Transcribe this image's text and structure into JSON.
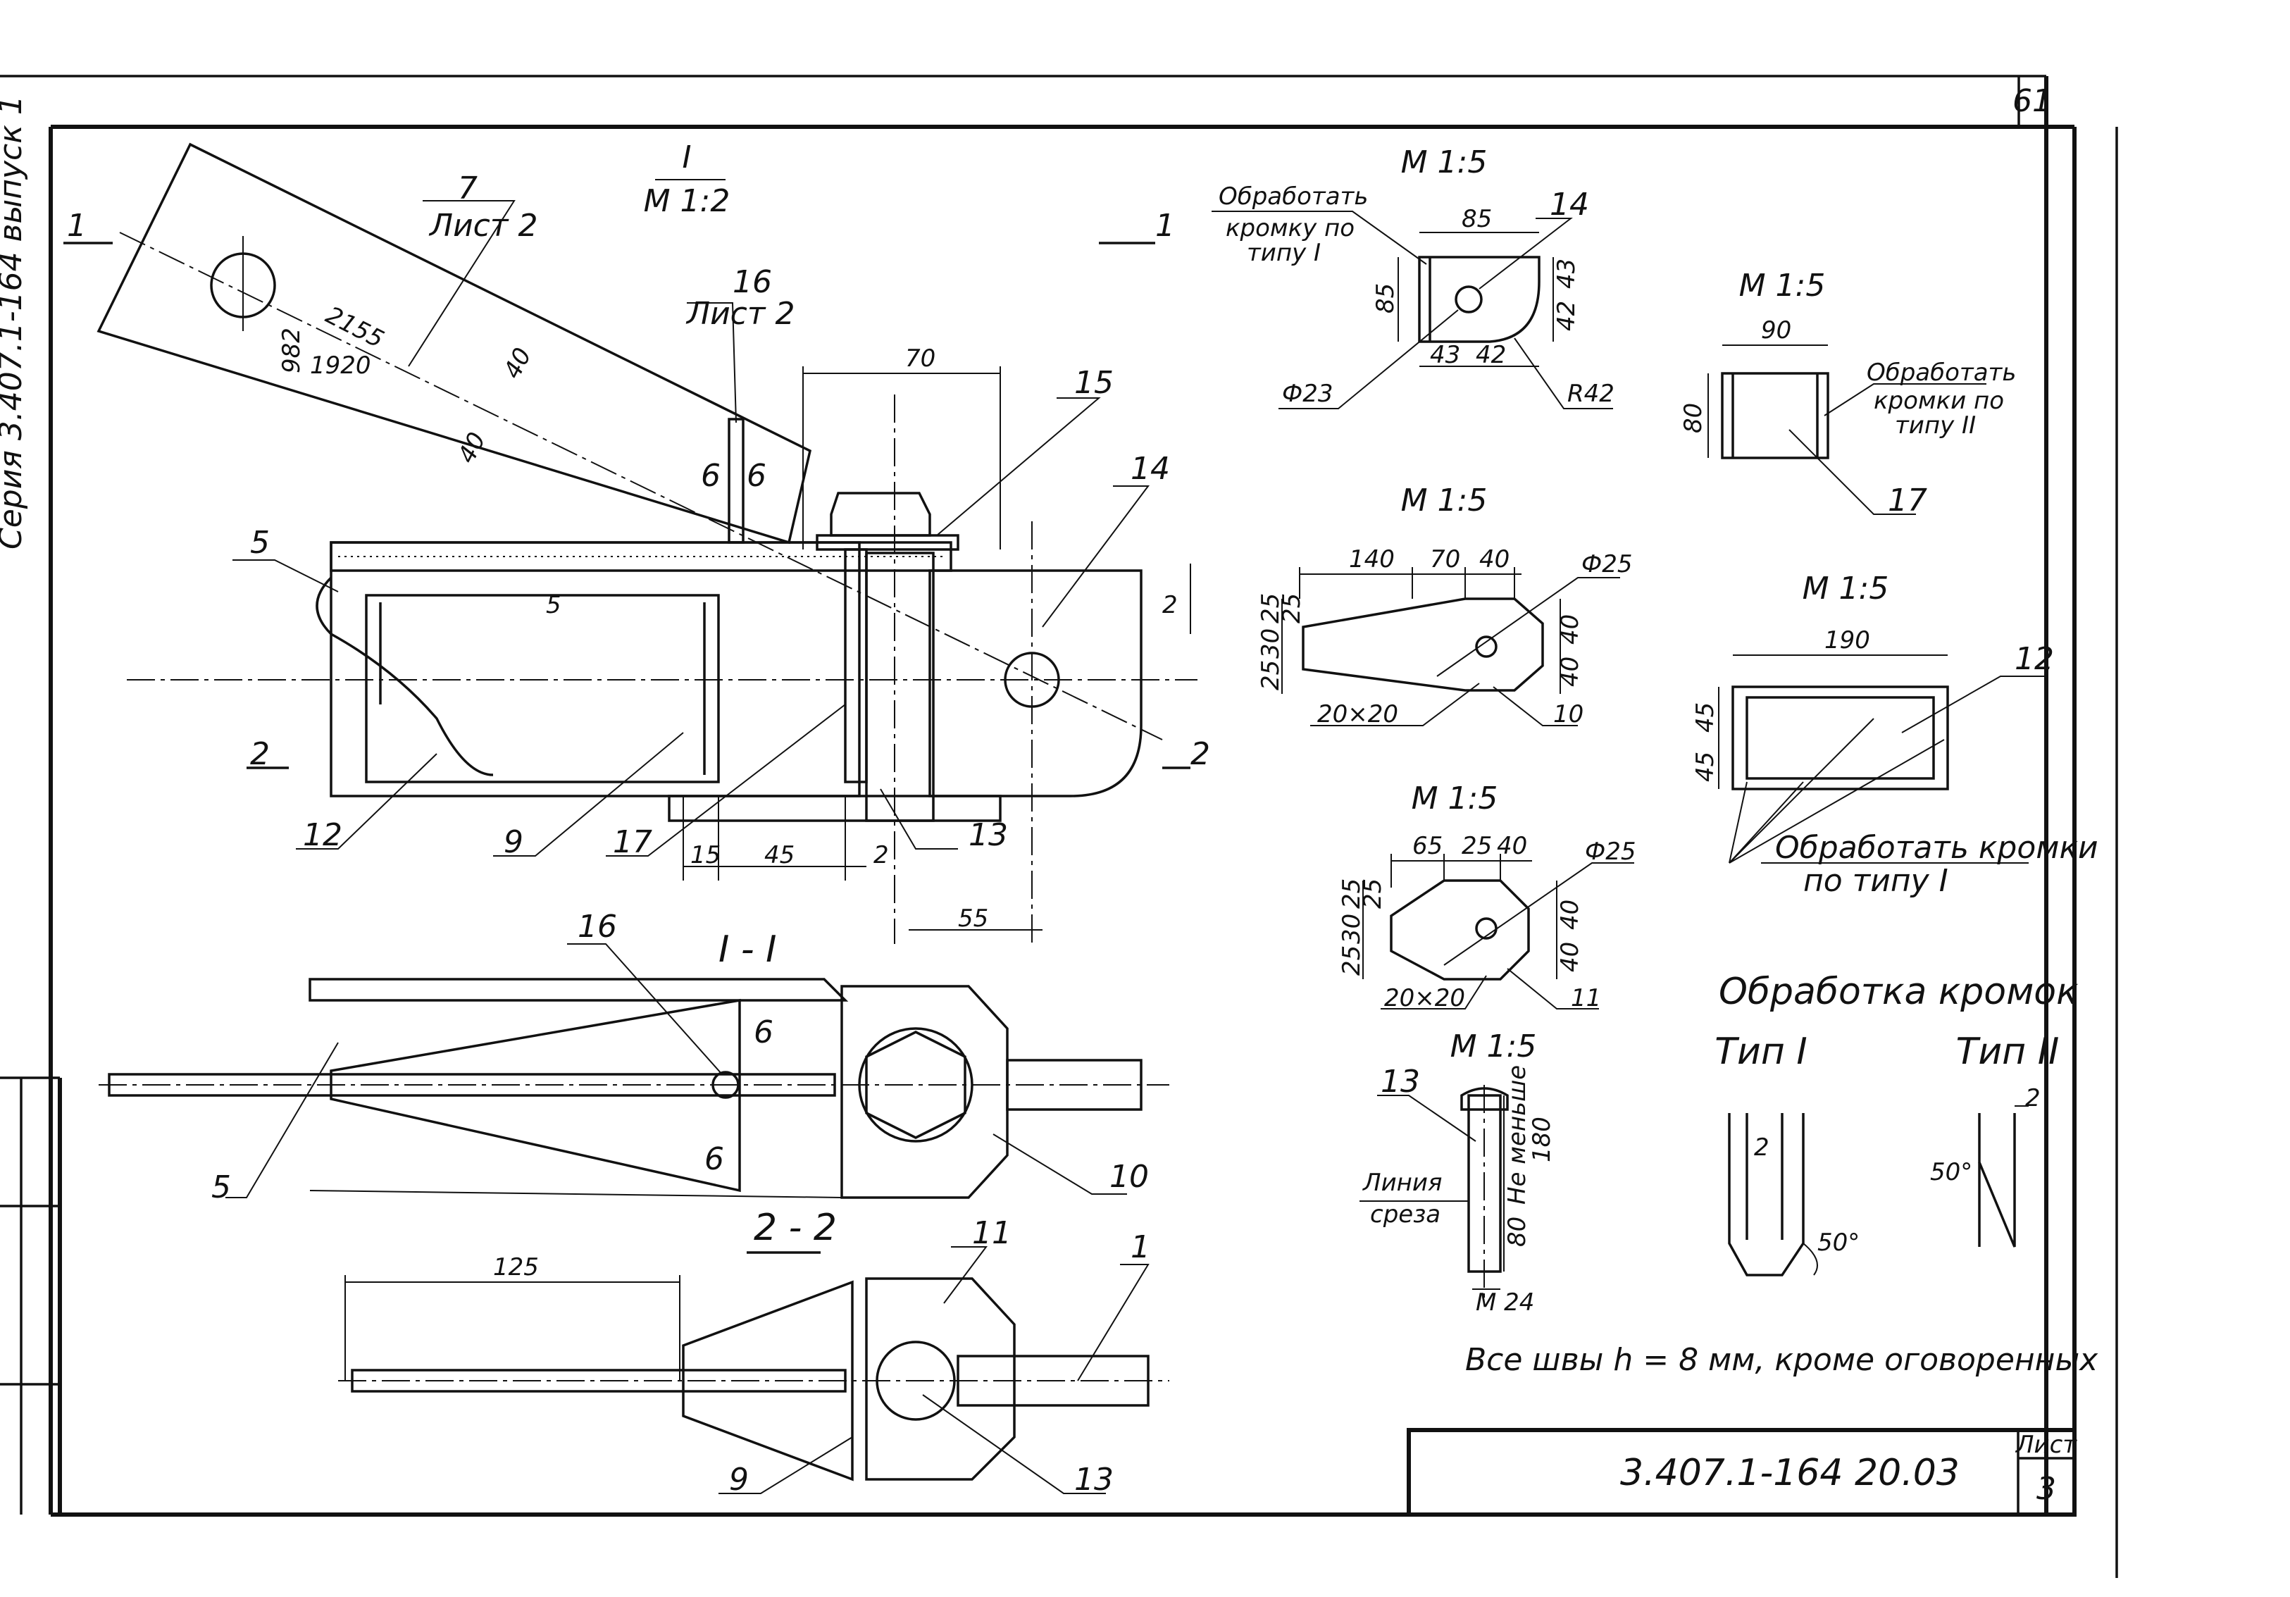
{
  "sheet": {
    "page_number": "61",
    "series_side": "Серия 3.407.1-164 выпуск 1",
    "doc_code": "3.407.1-164 20.03",
    "sheet_label": "Лист",
    "sheet_number": "3",
    "note": "Все швы h = 8 мм, кроме оговоренных"
  },
  "main_view": {
    "section_title": "I",
    "section_scale": "М 1:2",
    "cut_mark_1": "1",
    "cut_mark_2": "2",
    "ref_7": "7",
    "ref_7_sheet": "Лист 2",
    "ref_16": "16",
    "ref_16_sheet": "Лист 2",
    "dim_2155": "2155",
    "dim_982": "982",
    "dim_1920": "1920",
    "dim_40a": "40",
    "dim_40b": "40",
    "weld_6a": "6",
    "weld_6b": "6",
    "dim_70": "70",
    "ref_15": "15",
    "ref_14": "14",
    "ref_5": "5",
    "ref_5b": "5",
    "dim_2": "2",
    "ref_12": "12",
    "ref_9": "9",
    "ref_17": "17",
    "ref_13": "13",
    "dim_15": "15",
    "dim_45": "45",
    "dim_2b": "2",
    "dim_55": "55"
  },
  "section_1_1": {
    "title": "I - I",
    "ref_16": "16",
    "weld_6a": "6",
    "weld_6b": "6",
    "ref_5": "5",
    "ref_10": "10"
  },
  "section_2_2": {
    "title": "2 - 2",
    "ref_11": "11",
    "ref_1": "1",
    "dim_125": "125",
    "ref_9": "9",
    "ref_13": "13"
  },
  "detail_14": {
    "scale": "М 1:5",
    "note_line1": "Обработать",
    "note_line2": "кромку по",
    "note_line3": "типу I",
    "ref": "14",
    "dim_85_top": "85",
    "dim_85_side": "85",
    "dim_43_right": "43",
    "dim_42_right": "42",
    "dim_43_bottom": "43",
    "dim_42_bottom": "42",
    "hole": "Ф23",
    "radius": "R42"
  },
  "detail_17": {
    "scale": "М 1:5",
    "dim_90": "90",
    "dim_80": "80",
    "note_line1": "Обработать",
    "note_line2": "кромки по",
    "note_line3": "типу II",
    "ref": "17"
  },
  "detail_10": {
    "scale": "М 1:5",
    "dim_140": "140",
    "dim_70": "70",
    "dim_40": "40",
    "hole": "Ф25",
    "dim_25a": "25",
    "dim_30": "30",
    "dim_25b": "25",
    "dim_25c": "25",
    "dim_40r1": "40",
    "dim_40r2": "40",
    "chamfer": "20×20",
    "ref": "10"
  },
  "detail_12": {
    "scale": "М 1:5",
    "dim_190": "190",
    "dim_45a": "45",
    "dim_45b": "45",
    "ref": "12",
    "note_line1": "Обработать кромки",
    "note_line2": "по типу I"
  },
  "detail_11": {
    "scale": "М 1:5",
    "dim_65": "65",
    "dim_25": "25",
    "dim_40": "40",
    "hole": "Ф25",
    "dim_25a": "25",
    "dim_30": "30",
    "dim_25b": "25",
    "dim_25c": "25",
    "dim_40r1": "40",
    "dim_40r2": "40",
    "chamfer": "20×20",
    "ref": "11"
  },
  "detail_13": {
    "scale": "М 1:5",
    "ref": "13",
    "length": "180",
    "length_note": "Не меньше",
    "dim_80": "80",
    "thread": "М 24",
    "cut_line1": "Линия",
    "cut_line2": "среза"
  },
  "edges": {
    "title": "Обработка кромок",
    "type1": "Тип I",
    "type2": "Тип II",
    "t1_gap": "2",
    "t1_angle": "50°",
    "t2_gap": "2",
    "t2_angle": "50°"
  }
}
